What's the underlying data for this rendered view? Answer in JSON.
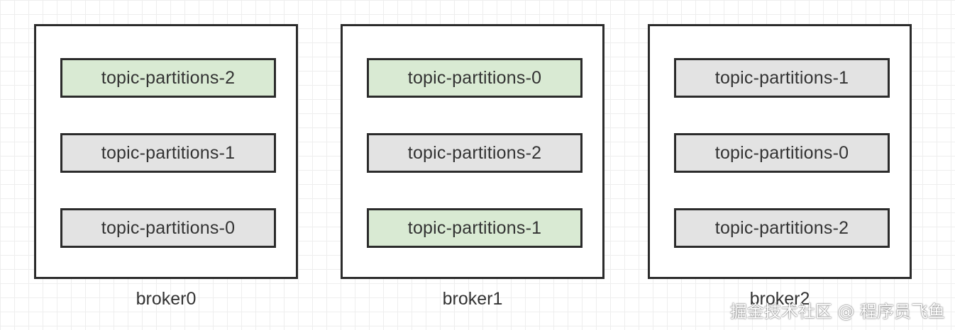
{
  "brokers": [
    {
      "name": "broker0",
      "partitions": [
        {
          "label": "topic-partitions-2",
          "role": "leader"
        },
        {
          "label": "topic-partitions-1",
          "role": "follower"
        },
        {
          "label": "topic-partitions-0",
          "role": "follower"
        }
      ]
    },
    {
      "name": "broker1",
      "partitions": [
        {
          "label": "topic-partitions-0",
          "role": "leader"
        },
        {
          "label": "topic-partitions-2",
          "role": "follower"
        },
        {
          "label": "topic-partitions-1",
          "role": "leader"
        }
      ]
    },
    {
      "name": "broker2",
      "partitions": [
        {
          "label": "topic-partitions-1",
          "role": "follower"
        },
        {
          "label": "topic-partitions-0",
          "role": "follower"
        },
        {
          "label": "topic-partitions-2",
          "role": "follower"
        }
      ]
    }
  ],
  "colors": {
    "leader_fill": "#d9ead3",
    "follower_fill": "#e3e3e3",
    "border": "#2b2b2b",
    "text": "#333333"
  },
  "watermark": "掘金技术社区 @ 程序员飞鱼"
}
